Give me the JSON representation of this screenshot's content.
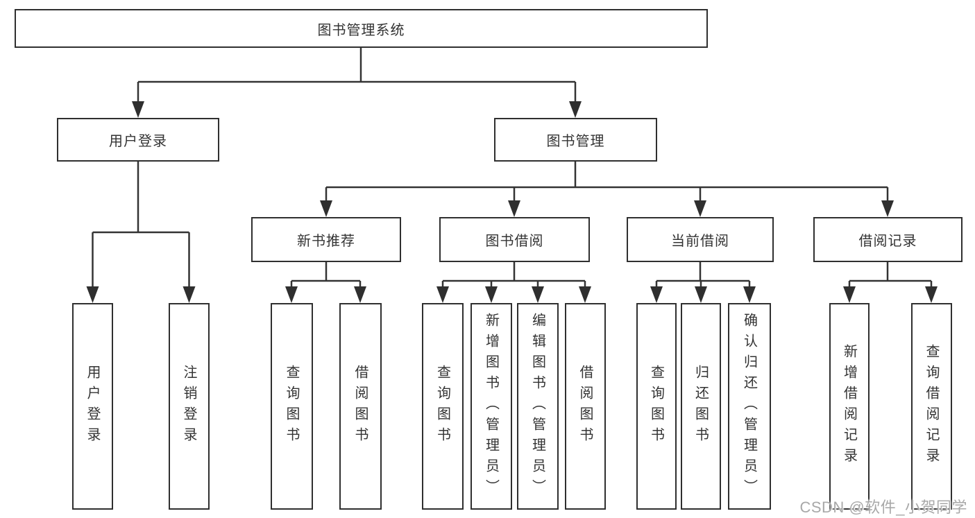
{
  "title": "图书管理系统",
  "branches": [
    {
      "label": "用户登录",
      "children": [
        {
          "label": "用户登录"
        },
        {
          "label": "注销登录"
        }
      ]
    },
    {
      "label": "图书管理",
      "children": [
        {
          "label": "新书推荐",
          "children": [
            {
              "label": "查询图书"
            },
            {
              "label": "借阅图书"
            }
          ]
        },
        {
          "label": "图书借阅",
          "children": [
            {
              "label": "查询图书"
            },
            {
              "label": "新增图书（管理员）"
            },
            {
              "label": "编辑图书（管理员）"
            },
            {
              "label": "借阅图书"
            }
          ]
        },
        {
          "label": "当前借阅",
          "children": [
            {
              "label": "查询图书"
            },
            {
              "label": "归还图书"
            },
            {
              "label": "确认归还（管理员）"
            }
          ]
        },
        {
          "label": "借阅记录",
          "children": [
            {
              "label": "新增借阅记录"
            },
            {
              "label": "查询借阅记录"
            }
          ]
        }
      ]
    }
  ],
  "watermark": "CSDN @软件_小贺同学",
  "colors": {
    "line": "#333333",
    "box_border": "#2f2f2f",
    "text": "#333333",
    "watermark": "#a8a8a8",
    "background": "#ffffff"
  }
}
